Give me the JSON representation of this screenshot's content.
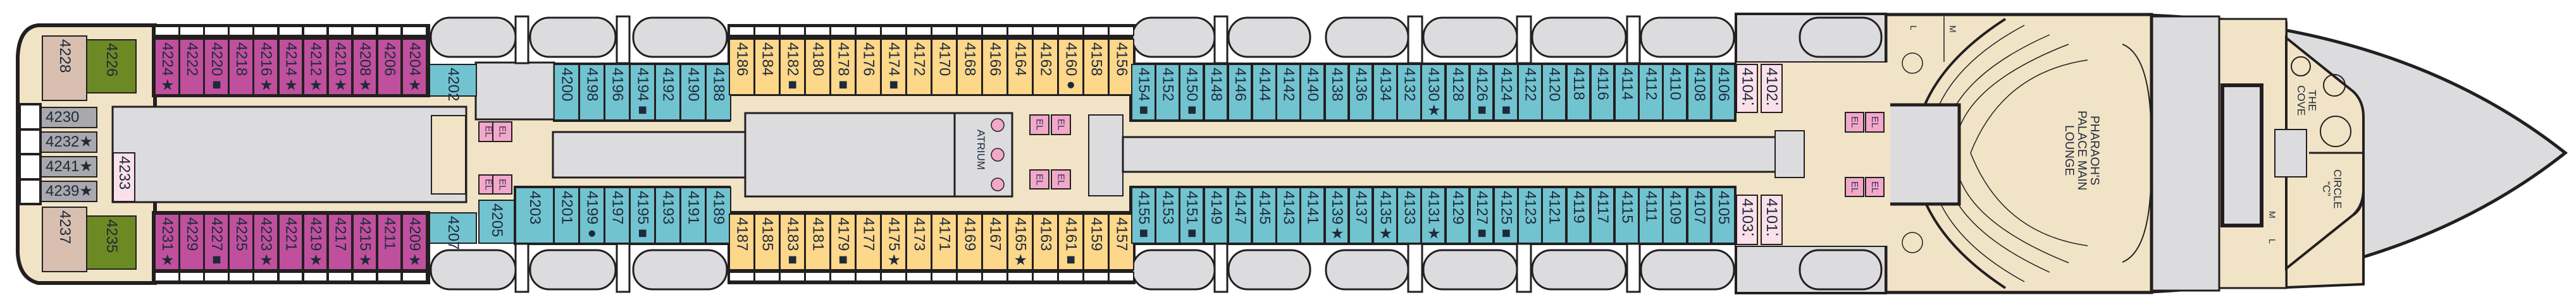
{
  "deck_plan": {
    "venues": {
      "atrium": "ATRIUM",
      "lounge": [
        "PHARAOH'S",
        "PALACE MAIN",
        "LOUNGE"
      ],
      "cove": [
        "THE",
        "COVE"
      ],
      "circle": [
        "CIRCLE",
        "“C”"
      ],
      "ladies_restroom": "L",
      "mens_restroom": "M",
      "elevator": "EL"
    },
    "cabins": {
      "aft_singles": [
        "4228",
        "4226",
        "4230",
        "4232★",
        "4241★",
        "4239★",
        "4233",
        "4237",
        "4235"
      ],
      "magenta_top": [
        "4224★",
        "4222",
        "4220■",
        "4218",
        "4216★",
        "4214★",
        "4212★",
        "4210★",
        "4208★",
        "4206",
        "4204★"
      ],
      "magenta_bottom": [
        "4231★",
        "4229",
        "4227■",
        "4225",
        "4223★",
        "4221",
        "4219★",
        "4217",
        "4215★",
        "4211",
        "4209★"
      ],
      "mid_singles": [
        "4202",
        "4207",
        "4205",
        "4203"
      ],
      "cyan_aft_top": [
        "4200",
        "4198",
        "4196",
        "4194■",
        "4192",
        "4190",
        "4188"
      ],
      "cyan_aft_bottom": [
        "4201",
        "4199●",
        "4197",
        "4195■",
        "4193",
        "4191",
        "4189"
      ],
      "yellow_top": [
        "4186",
        "4184",
        "4182■",
        "4180",
        "4178■",
        "4176",
        "4174■",
        "4172",
        "4170",
        "4168",
        "4166",
        "4164",
        "4162",
        "4160●",
        "4158",
        "4156"
      ],
      "yellow_bottom": [
        "4187",
        "4185",
        "4183■",
        "4181",
        "4179■",
        "4177",
        "4175★",
        "4173",
        "4171",
        "4169",
        "4167",
        "4165★",
        "4163",
        "4161■",
        "4159",
        "4157"
      ],
      "cyan_fwd_top": [
        "4154■",
        "4152",
        "4150■",
        "4148",
        "4146",
        "4144",
        "4142",
        "4140",
        "4138",
        "4136",
        "4134",
        "4132",
        "4130★",
        "4128",
        "4126■",
        "4124■",
        "4122",
        "4120",
        "4118",
        "4116",
        "4114",
        "4112",
        "4110",
        "4108",
        "4106"
      ],
      "cyan_fwd_bottom": [
        "4155■",
        "4153",
        "4151■",
        "4149",
        "4147",
        "4145",
        "4143",
        "4141",
        "4139★",
        "4137",
        "4135★",
        "4133",
        "4131★",
        "4129",
        "4127■",
        "4125■",
        "4123",
        "4121",
        "4119",
        "4117",
        "4115",
        "4111",
        "4109",
        "4107",
        "4105"
      ],
      "pink_top": [
        "4104⁚",
        "4102⁚"
      ],
      "pink_bottom": [
        "4103⁚",
        "4101⁚"
      ]
    }
  },
  "colors": {
    "magenta": "#c0509e",
    "cyan": "#72c3d0",
    "yellow": "#fdd78a",
    "green": "#6b8a23",
    "taupe": "#d8bfb0",
    "gray_cabin": "#a9a8ad",
    "light_pink": "#fbe0ea",
    "public_area": "#f1e3c6",
    "service_area": "#dcdcdf",
    "outline": "#231f20"
  }
}
